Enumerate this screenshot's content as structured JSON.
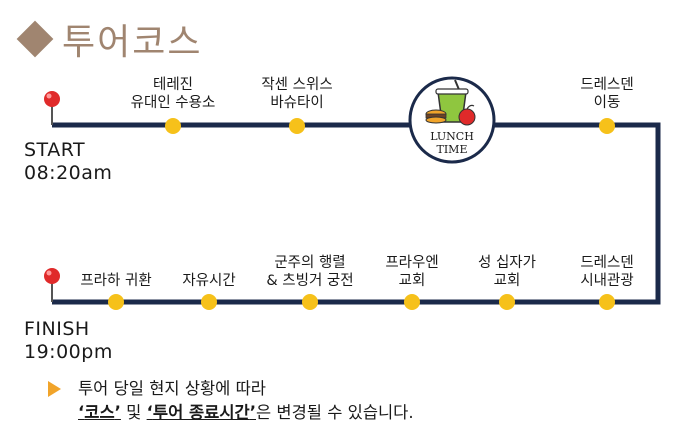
{
  "title": "투어코스",
  "start": {
    "label": "START",
    "time": "08:20am"
  },
  "finish": {
    "label": "FINISH",
    "time": "19:00pm"
  },
  "stops_top": [
    {
      "label": "테레진\n유대인 수용소"
    },
    {
      "label": "작센 스위스\n바슈타이"
    },
    {
      "label": "드레스덴\n이동"
    }
  ],
  "lunch": {
    "line1": "LUNCH",
    "line2": "TIME"
  },
  "stops_bottom": [
    {
      "label": "프라하 귀환"
    },
    {
      "label": "자유시간"
    },
    {
      "label": "군주의 행렬\n& 츠빙거 궁전"
    },
    {
      "label": "프라우엔\n교회"
    },
    {
      "label": "성 십자가\n교회"
    },
    {
      "label": "드레스덴\n시내관광"
    }
  ],
  "note": {
    "line1": "투어 당일 현지 상황에 따라",
    "q1_open": "‘",
    "course": "코스",
    "q1_close": "’",
    "mid": " 및 ",
    "q2_open": "‘",
    "end_time": "투어 종료시간",
    "q2_close": "’",
    "tail": "은 변경될 수 있습니다."
  },
  "colors": {
    "route": "#1b2a4a",
    "stop": "#f6c11a",
    "pin": "#e02a2a",
    "accent": "#a08570",
    "arrow": "#f1a42a"
  }
}
